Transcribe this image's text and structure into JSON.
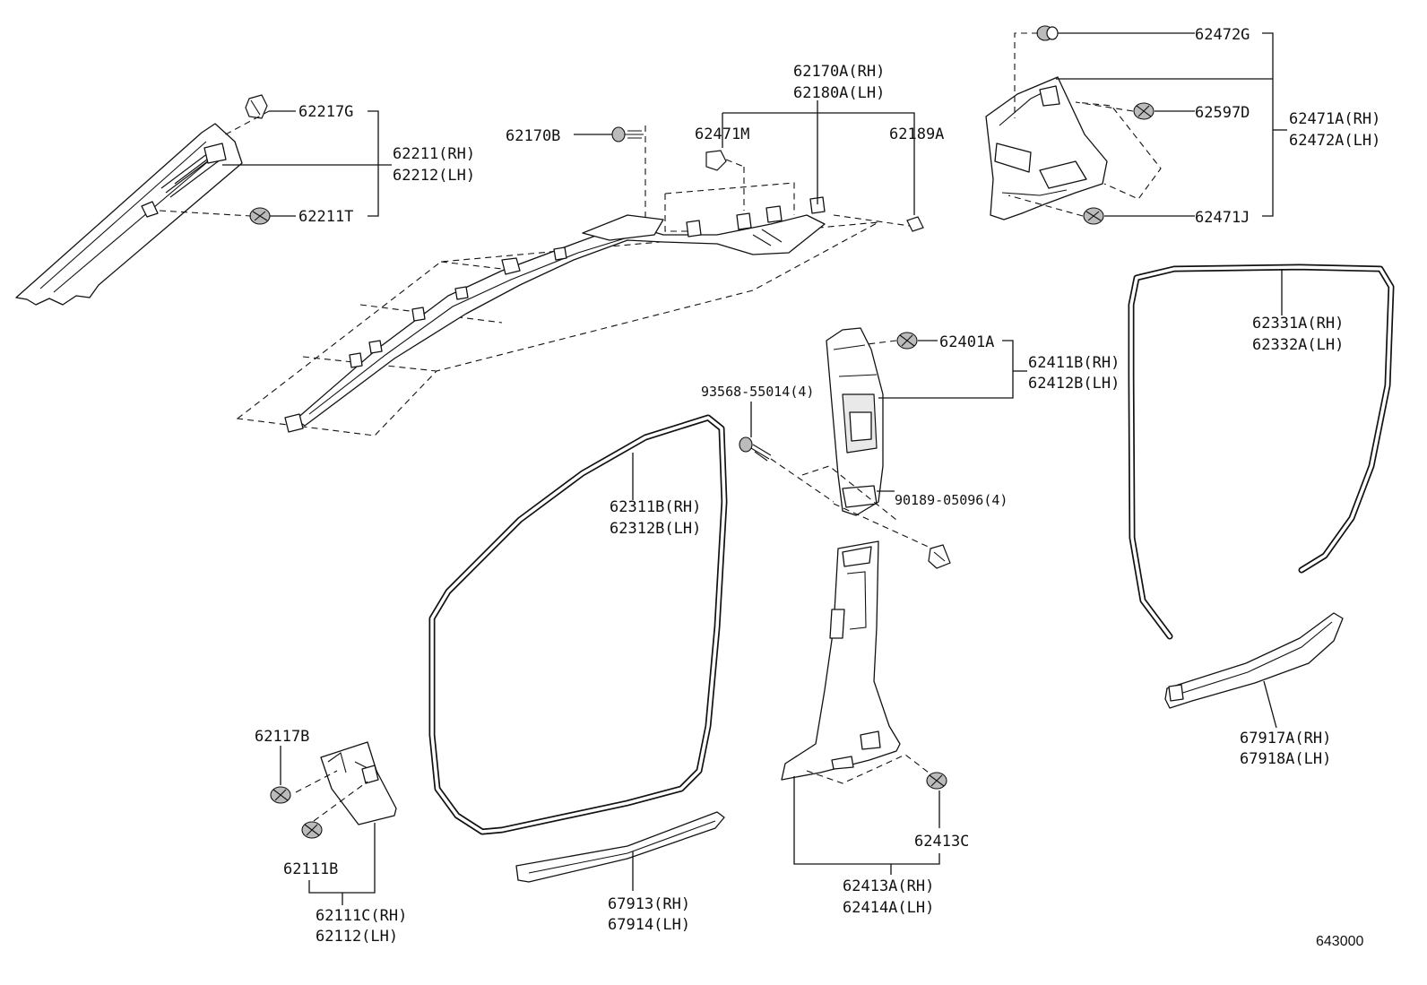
{
  "labels": {
    "p62217G": "62217G",
    "p62211RH": "62211(RH)",
    "p62212LH": "62212(LH)",
    "p62211T": "62211T",
    "p62170B": "62170B",
    "p62471M": "62471M",
    "p62170ARH": "62170A(RH)",
    "p62180ALH": "62180A(LH)",
    "p62189A": "62189A",
    "p62472G": "62472G",
    "p62597D": "62597D",
    "p62471ARH": "62471A(RH)",
    "p62472ALH": "62472A(LH)",
    "p62471J": "62471J",
    "p62331ARH": "62331A(RH)",
    "p62332ALH": "62332A(LH)",
    "p62401A": "62401A",
    "p62411BRH": "62411B(RH)",
    "p62412BLH": "62412B(LH)",
    "p93568": "93568-55014(4)",
    "p90189": "90189-05096(4)",
    "p62311BRH": "62311B(RH)",
    "p62312BLH": "62312B(LH)",
    "p62117B": "62117B",
    "p62111B": "62111B",
    "p62111CRH": "62111C(RH)",
    "p62112LH": "62112(LH)",
    "p67913RH": "67913(RH)",
    "p67914LH": "67914(LH)",
    "p62413C": "62413C",
    "p62413ARH": "62413A(RH)",
    "p62414ALH": "62414A(LH)",
    "p67917ARH": "67917A(RH)",
    "p67918ALH": "67918A(LH)",
    "figure_ref": "643000"
  }
}
